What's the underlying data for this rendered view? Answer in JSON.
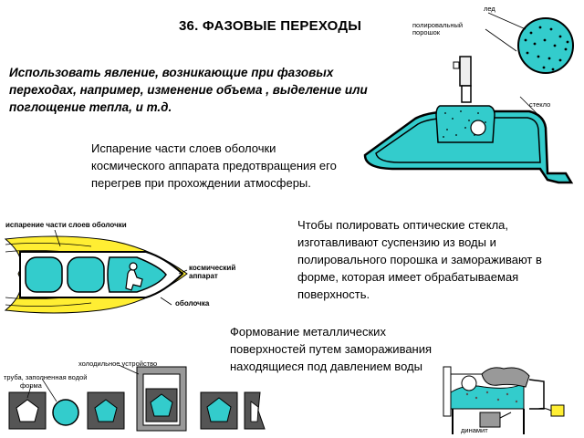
{
  "title": "36. ФАЗОВЫЕ ПЕРЕХОДЫ",
  "intro": "Использовать явление, возникающие при фазовых переходах, например, изменение объема , выделение или поглощение тепла, и т.д.",
  "paragraphs": {
    "spacecraft": "Испарение части слоев оболочки космического аппарата предотвращения его перегрев при прохождении атмосферы.",
    "polishing": "Чтобы полировать оптические стекла, изготавливают суспензию из воды и полировального порошка и замораживают в форме, которая имеет обрабатываемая поверхность.",
    "forming": "Формование металлических поверхностей путем замораживания находящиеся под давлением воды"
  },
  "labels": {
    "polishing": {
      "ice": "лед",
      "powder": "полировальный\nпорошок",
      "glass": "стекло"
    },
    "spacecraft": {
      "evaporation": "испарение части слоев оболочки",
      "craft": "космический\nаппарат",
      "shell": "оболочка"
    },
    "forming": {
      "tube": "труба, заполненная водой",
      "cooler": "холодильное устройство",
      "mold": "форма",
      "dynamite": "динамит"
    }
  },
  "colors": {
    "cyan": "#33cccc",
    "yellow": "#ffee33",
    "dark_gray": "#555555",
    "gray": "#999999"
  }
}
